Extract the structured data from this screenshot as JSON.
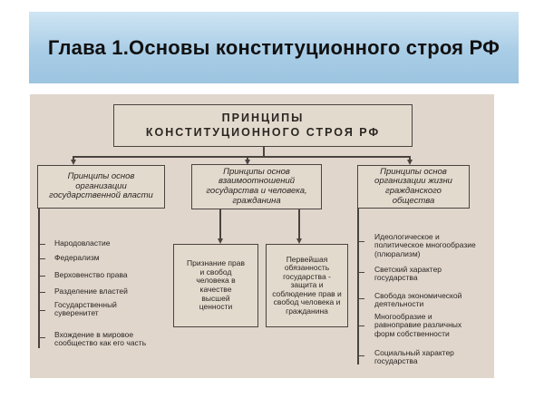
{
  "slide": {
    "title": "Глава 1.Основы конституционного строя РФ"
  },
  "diagram": {
    "main": "ПРИНЦИПЫ\nКОНСТИТУЦИОННОГО СТРОЯ РФ",
    "categories": [
      "Принципы основ организации государственной власти",
      "Принципы основ взаимоотношений государства и человека, гражданина",
      "Принципы основ организации жизни гражданского общества"
    ],
    "left_items": [
      "Народовластие",
      "Федерализм",
      "Верховенство права",
      "Разделение властей",
      "Государственный суверенитет",
      "Вхождение в мировое сообщество как его часть"
    ],
    "middle_boxes": [
      "Признание прав и свобод человека в качестве высшей ценности",
      "Первейшая обязанность государства - защита и соблюдение прав и свобод человека и гражданина"
    ],
    "right_items": [
      "Идеологическое и политическое многообразие (плюрализм)",
      "Светский характер государства",
      "Свобода экономической деятельности",
      "Многообразие и равноправие различных форм собственности",
      "Социальный характер государства"
    ]
  }
}
